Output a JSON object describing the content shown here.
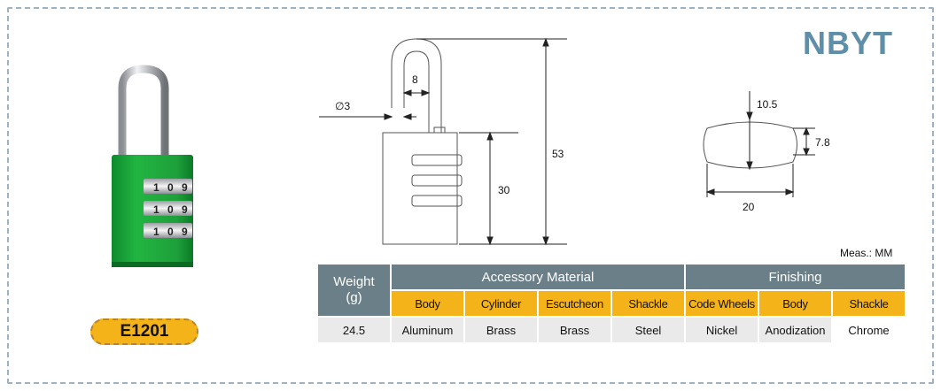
{
  "brand": "NBYT",
  "model": "E1201",
  "units_note": "Meas.: MM",
  "photo": {
    "dial_digits": [
      "1",
      "0",
      "9"
    ]
  },
  "drawing": {
    "shackle_diameter_label": "∅3",
    "shackle_gap": "8",
    "total_height": "53",
    "body_height": "30",
    "wheel_height": "10.5",
    "wheel_inner": "7.8",
    "wheel_diameter": "20"
  },
  "table": {
    "weight_header": "Weight\n(g)",
    "weight_line1": "Weight",
    "weight_line2": "(g)",
    "group_accessory": "Accessory Material",
    "group_finishing": "Finishing",
    "columns": [
      "Body",
      "Cylinder",
      "Escutcheon",
      "Shackle",
      "Code Wheels",
      "Body",
      "Shackle"
    ],
    "row": {
      "weight": "24.5",
      "values": [
        "Aluminum",
        "Brass",
        "Brass",
        "Steel",
        "Nickel",
        "Anodization",
        "Chrome"
      ]
    }
  },
  "colors": {
    "brand": "#5f8ea8",
    "header_gray": "#6b7f89",
    "header_orange": "#f5b31a",
    "lock_green": "#1aa33a"
  }
}
